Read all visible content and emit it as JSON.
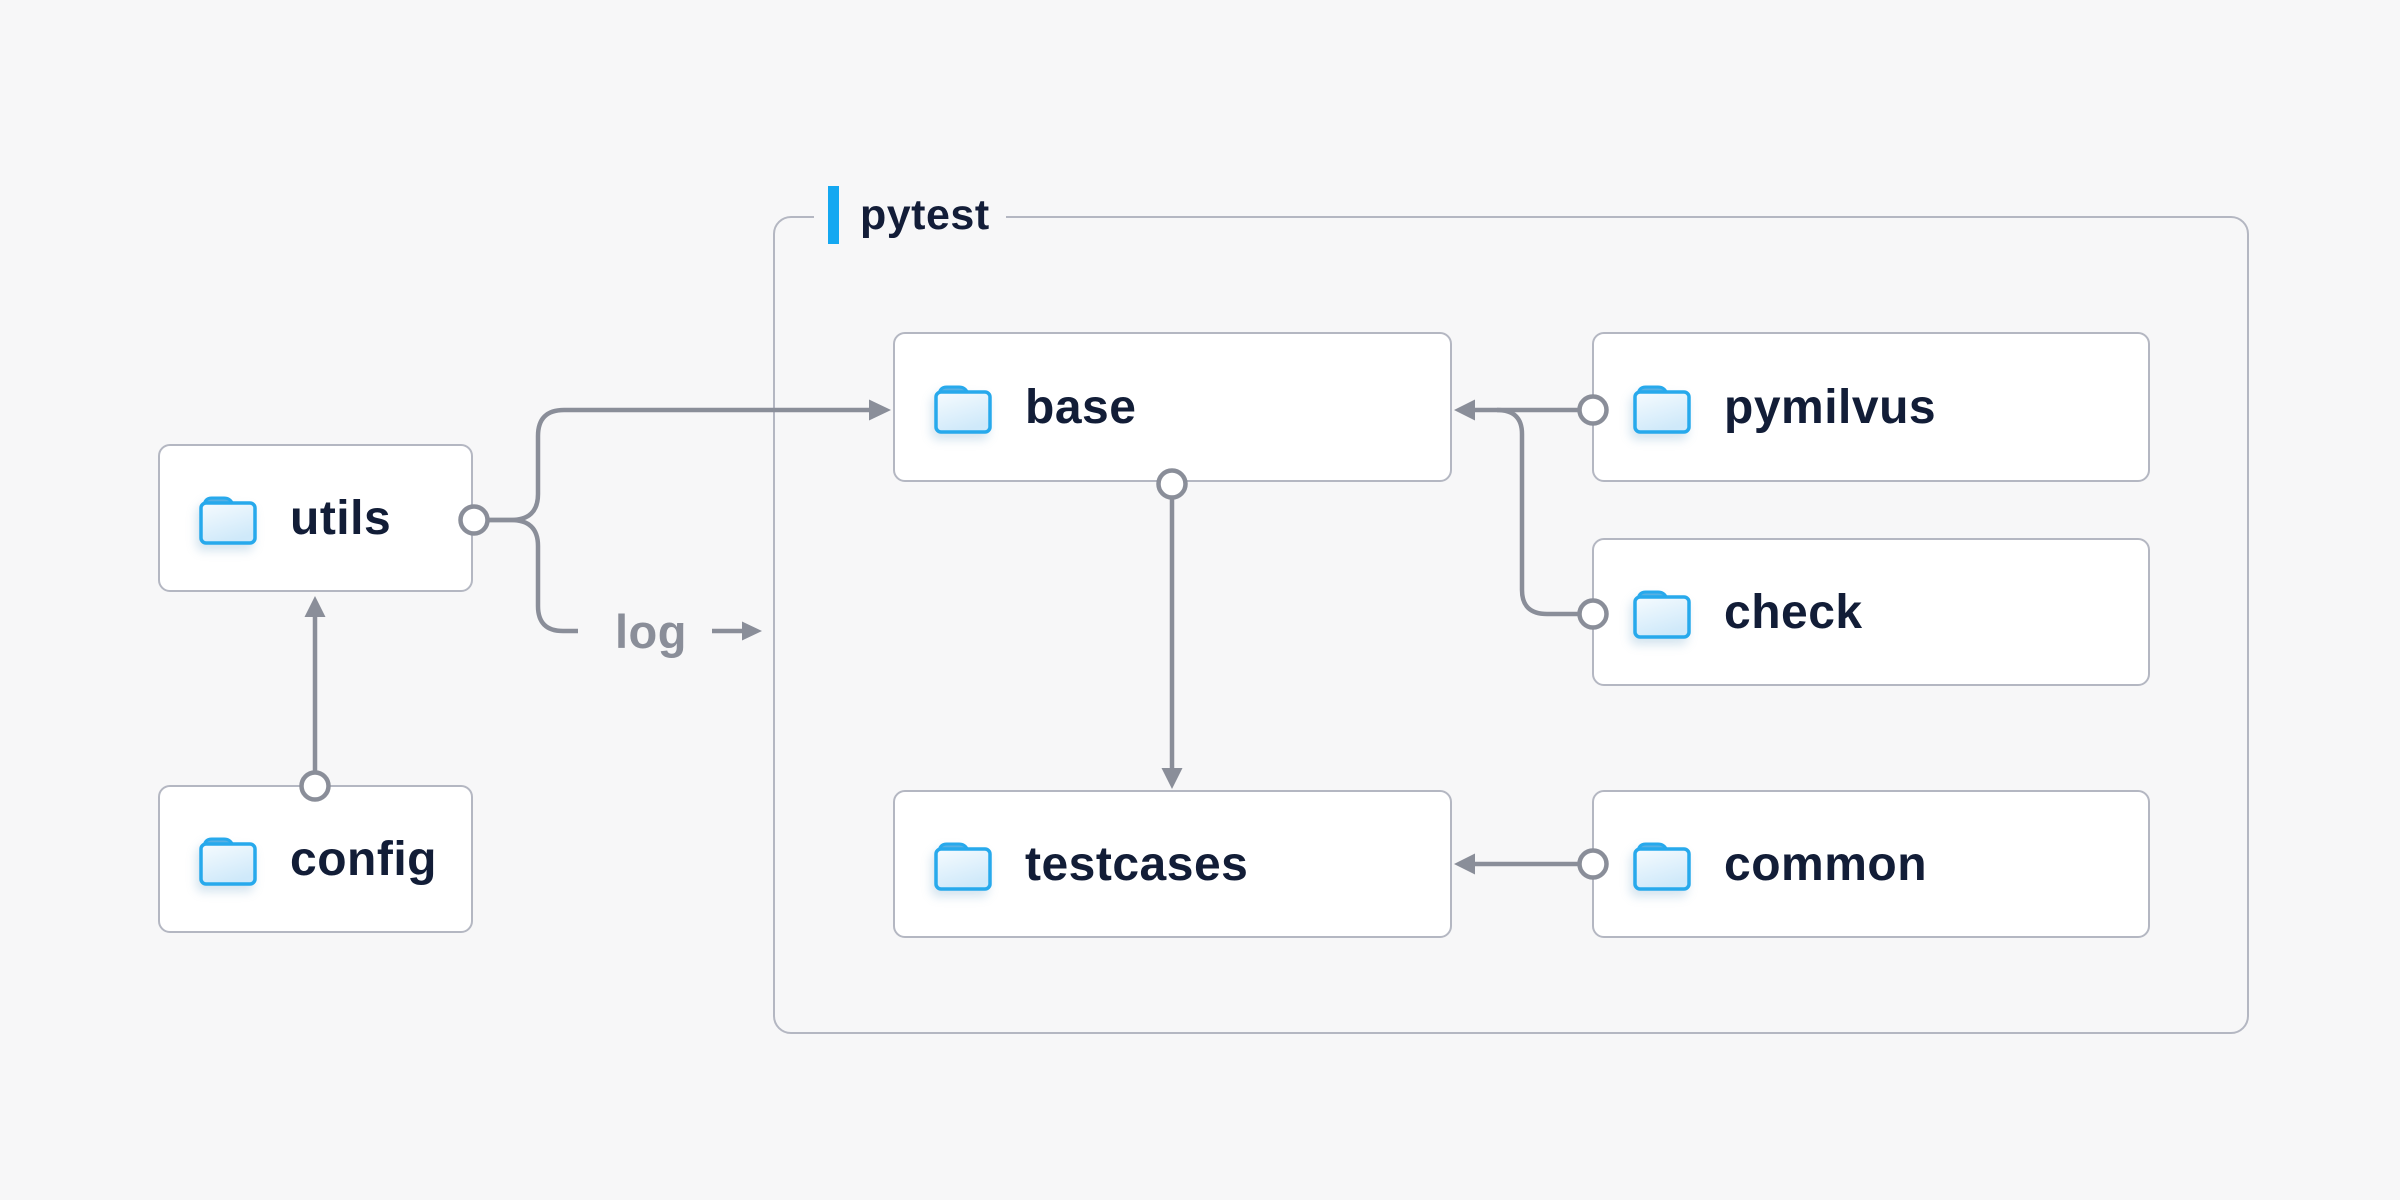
{
  "diagram": {
    "title_group": {
      "label": "pytest"
    },
    "nodes": [
      {
        "id": "utils",
        "label": "utils"
      },
      {
        "id": "config",
        "label": "config"
      },
      {
        "id": "base",
        "label": "base"
      },
      {
        "id": "pymilvus",
        "label": "pymilvus"
      },
      {
        "id": "check",
        "label": "check"
      },
      {
        "id": "testcases",
        "label": "testcases"
      },
      {
        "id": "common",
        "label": "common"
      }
    ],
    "edge_annotation": {
      "label": "log"
    },
    "edges": [
      {
        "from": "utils",
        "to": "base"
      },
      {
        "from": "utils",
        "to": "log annotation"
      },
      {
        "from": "config",
        "to": "utils"
      },
      {
        "from": "base",
        "to": "testcases"
      },
      {
        "from": "pymilvus",
        "to": "base"
      },
      {
        "from": "check",
        "to": "base"
      },
      {
        "from": "common",
        "to": "testcases"
      }
    ],
    "colors": {
      "background": "#f7f7f8",
      "card_fill": "#ffffff",
      "card_border": "#b4b7c2",
      "wire_gray": "#8a8e99",
      "text_navy": "#121d37",
      "muted_gray_text": "#8a8e99",
      "accent_blue_bar": "#14a8f1",
      "folder_blue": "#27a9ec"
    }
  }
}
